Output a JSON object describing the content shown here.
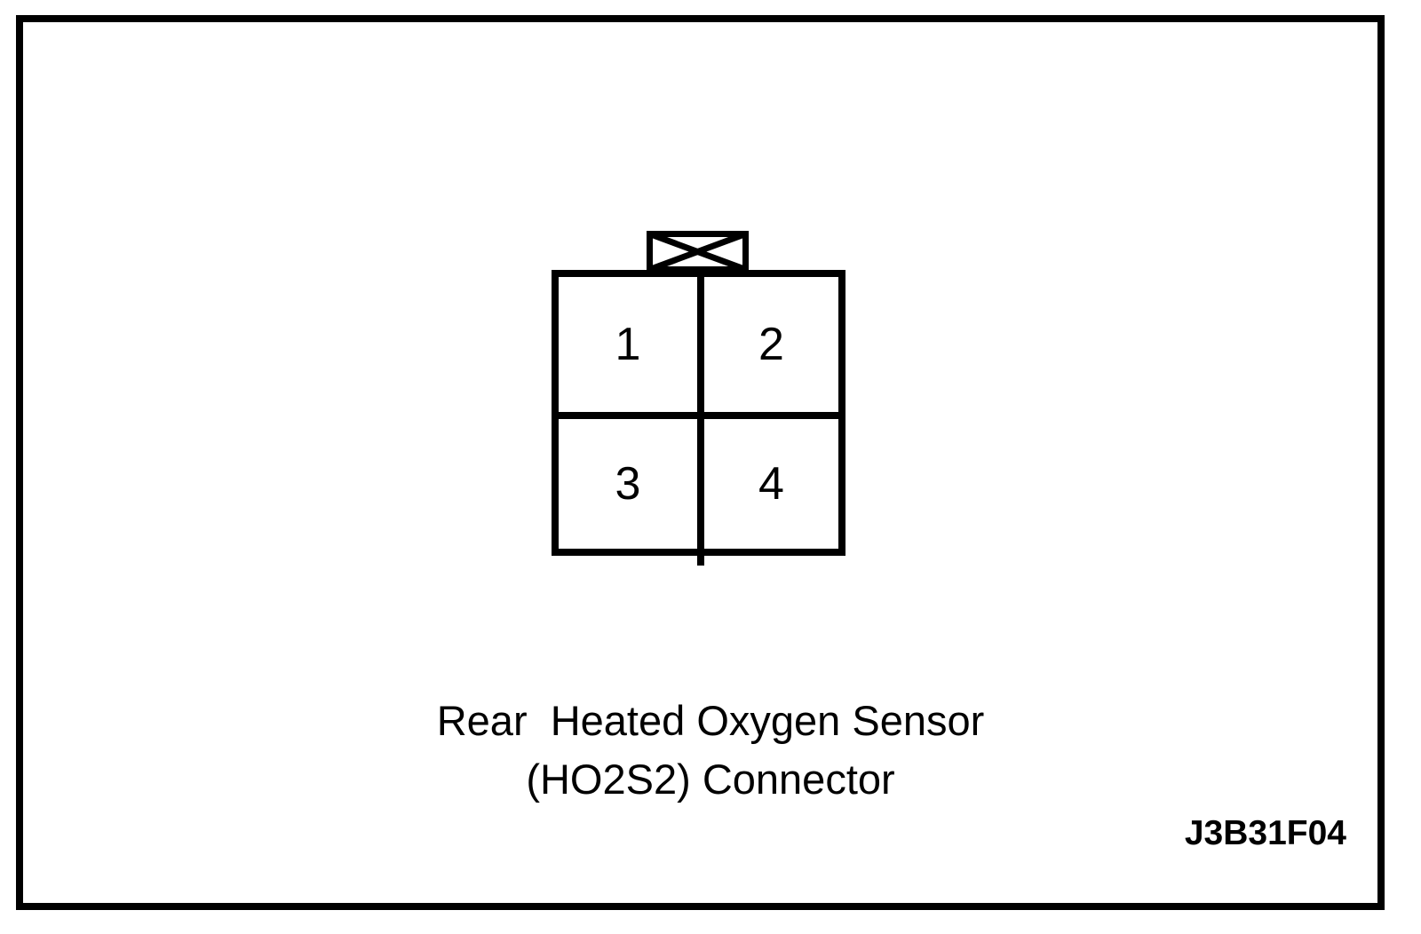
{
  "figure": {
    "caption": {
      "line1": "Rear  Heated Oxygen Sensor",
      "line2": "(HO2S2) Connector"
    },
    "figure_code": "J3B31F04",
    "connector": {
      "name": "Rear Heated Oxygen Sensor (HO2S2) Connector",
      "pins": [
        {
          "number": "1"
        },
        {
          "number": "2"
        },
        {
          "number": "3"
        },
        {
          "number": "4"
        }
      ],
      "latch_icon": "crossed-box-icon"
    },
    "colors": {
      "line": "#000000",
      "background": "#ffffff"
    }
  }
}
